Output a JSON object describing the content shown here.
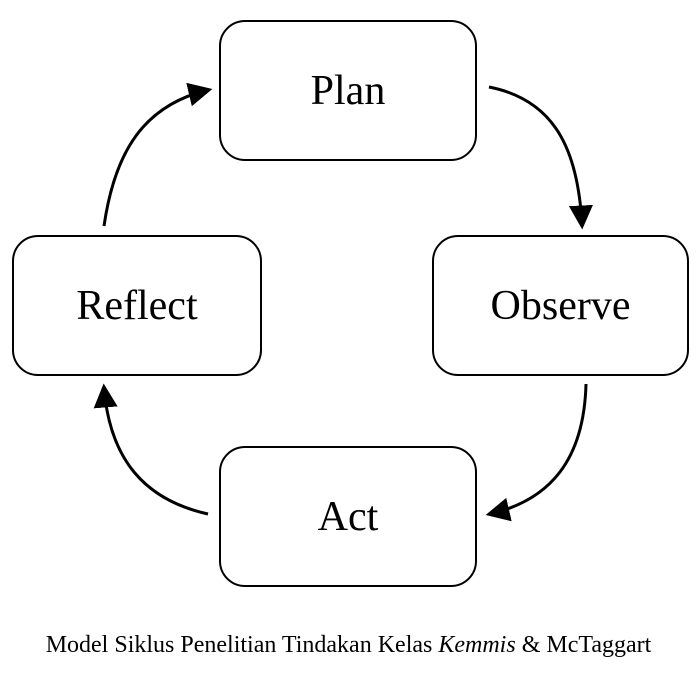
{
  "diagram": {
    "nodes": {
      "plan": "Plan",
      "observe": "Observe",
      "act": "Act",
      "reflect": "Reflect"
    },
    "edges": [
      {
        "from": "Plan",
        "to": "Observe"
      },
      {
        "from": "Observe",
        "to": "Act"
      },
      {
        "from": "Act",
        "to": "Reflect"
      },
      {
        "from": "Reflect",
        "to": "Plan"
      }
    ],
    "stroke_color": "#000000"
  },
  "caption": {
    "prefix": "Model Siklus Penelitian Tindakan Kelas ",
    "italic": "Kemmis",
    "suffix": " & McTaggart"
  }
}
